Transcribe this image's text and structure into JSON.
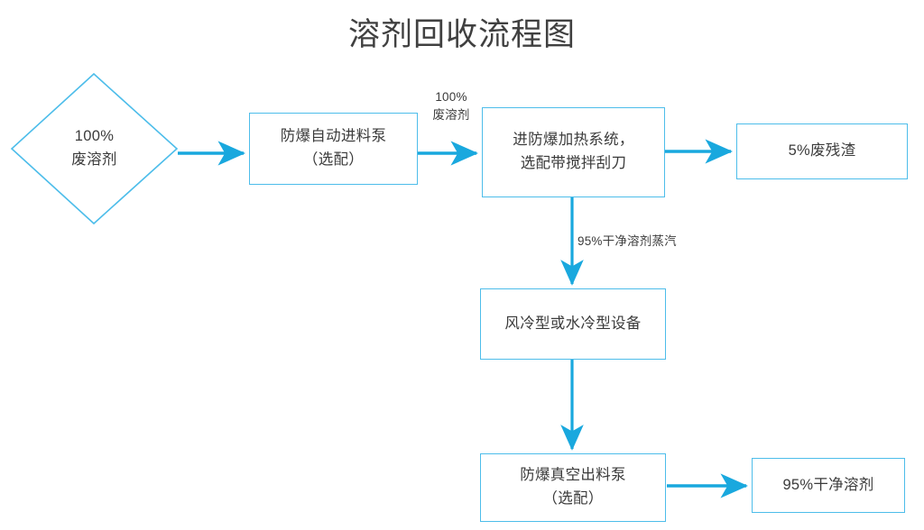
{
  "title": "溶剂回收流程图",
  "colors": {
    "arrow": "#19a8de",
    "node_border": "#4dbdea",
    "text": "#3b3b3b",
    "title_text": "#404040",
    "background": "#ffffff"
  },
  "nodes": {
    "waste_solvent_input": {
      "shape": "diamond",
      "lines": [
        "100%",
        "废溶剂"
      ]
    },
    "feed_pump": {
      "shape": "rect",
      "lines": [
        "防爆自动进料泵",
        "（选配）"
      ]
    },
    "heating_system": {
      "shape": "rect",
      "lines": [
        "进防爆加热系统，",
        "选配带搅拌刮刀"
      ]
    },
    "waste_residue": {
      "shape": "rect",
      "lines": [
        "5%废残渣"
      ]
    },
    "cooling_equipment": {
      "shape": "rect",
      "lines": [
        "风冷型或水冷型设备"
      ]
    },
    "discharge_pump": {
      "shape": "rect",
      "lines": [
        "防爆真空出料泵",
        "（选配）"
      ]
    },
    "clean_solvent_output": {
      "shape": "rect",
      "lines": [
        "95%干净溶剂"
      ]
    }
  },
  "edges": {
    "input_to_feed_pump": {
      "label_lines": []
    },
    "feed_pump_to_heating": {
      "label_lines": [
        "100%",
        "废溶剂"
      ]
    },
    "heating_to_residue": {
      "label_lines": []
    },
    "heating_to_cooling": {
      "label_lines": [
        "95%干净溶剂蒸汽"
      ]
    },
    "cooling_to_discharge": {
      "label_lines": []
    },
    "discharge_to_output": {
      "label_lines": []
    }
  }
}
